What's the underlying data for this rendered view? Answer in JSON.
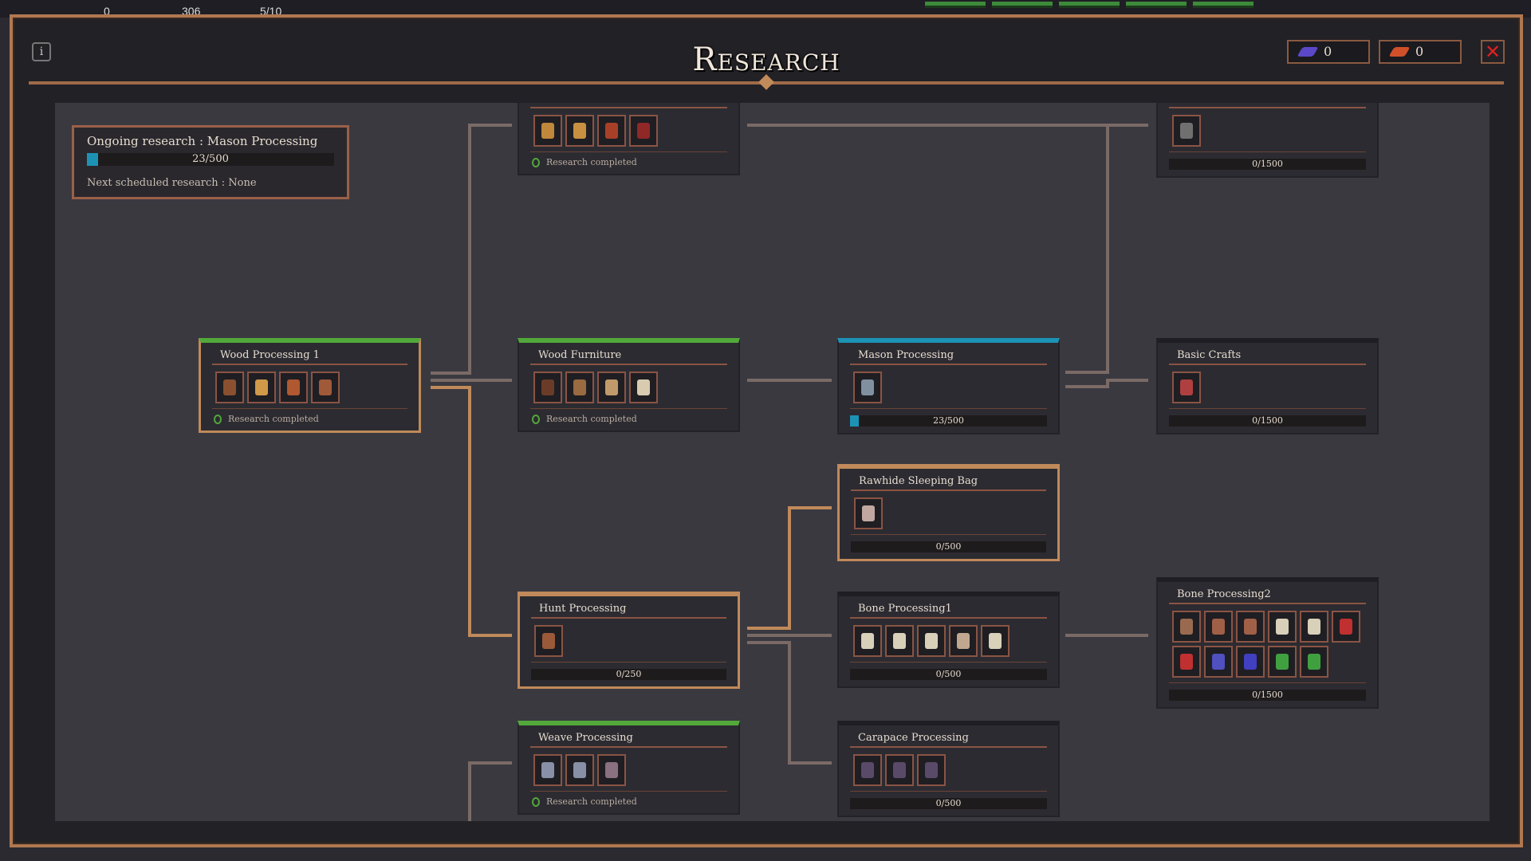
{
  "hud": {
    "resource_a": "0",
    "resource_b": "306",
    "population": "5/10"
  },
  "window": {
    "title": "Research",
    "info_icon": "info-icon",
    "close_icon": "close-icon"
  },
  "currencies": [
    {
      "name": "blue-research-point",
      "value": "0",
      "color": "#5a48c8"
    },
    {
      "name": "red-research-point",
      "value": "0",
      "color": "#d0502a"
    }
  ],
  "ongoing": {
    "label": "Ongoing research : Mason Processing",
    "progress_text": "23/500",
    "progress": 0.046,
    "next": "Next scheduled research : None"
  },
  "colors": {
    "complete": "#52a83a",
    "active": "#1c93b5",
    "frame": "#b07850",
    "link_active": "#c08a5a",
    "link": "#7a6a66"
  },
  "nodes": [
    {
      "id": "top-left",
      "title": "",
      "status": "complete",
      "status_text": "Research completed",
      "icons": [
        "#c0883a",
        "#c89040",
        "#a84028",
        "#902828"
      ]
    },
    {
      "id": "top-right",
      "title": "",
      "status": "locked",
      "progress_text": "0/1500",
      "progress": 0,
      "icons": [
        "#707070"
      ]
    },
    {
      "id": "wood-processing-1",
      "title": "Wood Processing 1",
      "status": "complete",
      "status_text": "Research completed",
      "icons": [
        "#8a5030",
        "#d09a48",
        "#b05830",
        "#a05a3a"
      ]
    },
    {
      "id": "wood-furniture",
      "title": "Wood Furniture",
      "status": "complete",
      "status_text": "Research completed",
      "icons": [
        "#6a3c28",
        "#9a6a40",
        "#c09a6a",
        "#d8cbb0"
      ]
    },
    {
      "id": "mason-processing",
      "title": "Mason Processing",
      "status": "active",
      "progress_text": "23/500",
      "progress": 0.046,
      "icons": [
        "#8090a0"
      ]
    },
    {
      "id": "basic-crafts",
      "title": "Basic Crafts",
      "status": "locked",
      "progress_text": "0/1500",
      "progress": 0,
      "icons": [
        "#b04040"
      ]
    },
    {
      "id": "rawhide-sleeping-bag",
      "title": "Rawhide Sleeping Bag",
      "status": "locked",
      "progress_text": "0/500",
      "progress": 0,
      "icons": [
        "#c0a8a0"
      ]
    },
    {
      "id": "hunt-processing",
      "title": "Hunt Processing",
      "status": "locked",
      "progress_text": "0/250",
      "progress": 0,
      "icons": [
        "#9a5a3a"
      ]
    },
    {
      "id": "bone-processing1",
      "title": "Bone Processing1",
      "status": "locked",
      "progress_text": "0/500",
      "progress": 0,
      "icons": [
        "#d8d0b8",
        "#d8d0b8",
        "#d8d0b8",
        "#c0a890",
        "#d8d0b8"
      ]
    },
    {
      "id": "bone-processing2",
      "title": "Bone Processing2",
      "status": "locked",
      "progress_text": "0/1500",
      "progress": 0,
      "icons": [
        "#9a6a50",
        "#a06048",
        "#a06048",
        "#d8d0b8",
        "#d8d0b8",
        "#c03030",
        "#c03030",
        "#5050c0",
        "#4040c0",
        "#40a040",
        "#40a040"
      ]
    },
    {
      "id": "weave-processing",
      "title": "Weave Processing",
      "status": "complete",
      "status_text": "Research completed",
      "icons": [
        "#8890a8",
        "#8890a8",
        "#8a7080"
      ]
    },
    {
      "id": "carapace-processing",
      "title": "Carapace Processing",
      "status": "locked",
      "progress_text": "0/500",
      "progress": 0,
      "icons": [
        "#5a4a6a",
        "#5a4a6a",
        "#5a4a6a"
      ]
    }
  ]
}
